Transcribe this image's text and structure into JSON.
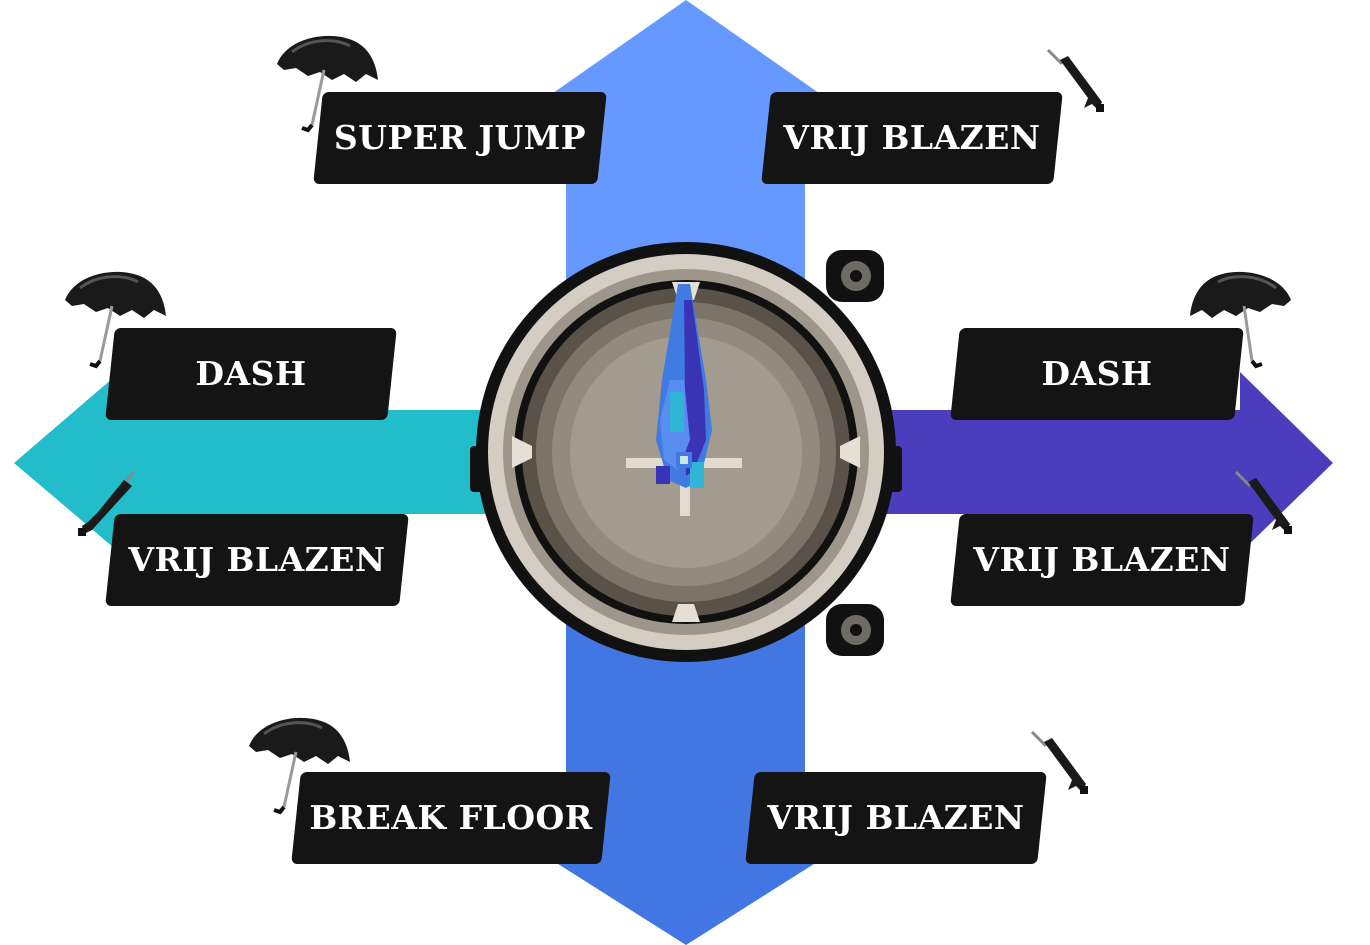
{
  "colors": {
    "arrow_up": "#6699ff",
    "arrow_down": "#4277e3",
    "arrow_left": "#22bccb",
    "arrow_right": "#4b3dbd",
    "label_bg": "#141414",
    "label_text": "#ffffff"
  },
  "labels": {
    "top_left": "SUPER JUMP",
    "top_right": "VRIJ BLAZEN",
    "left_upper": "DASH",
    "left_lower": "VRIJ BLAZEN",
    "right_upper": "DASH",
    "right_lower": "VRIJ BLAZEN",
    "bottom_left": "BREAK FLOOR",
    "bottom_right": "VRIJ BLAZEN"
  },
  "icons": {
    "open_umbrella": "umbrella-open-icon",
    "closed_umbrella": "umbrella-closed-icon",
    "center": "compass-icon"
  }
}
